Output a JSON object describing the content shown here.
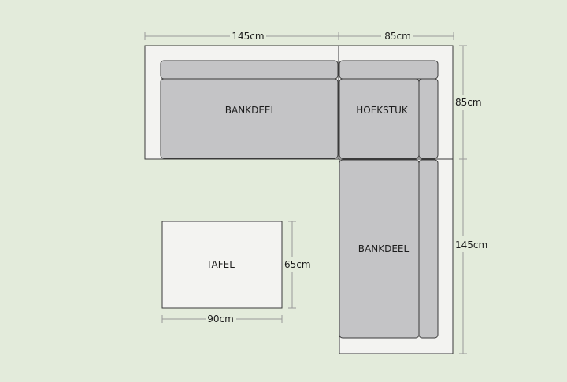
{
  "labels": {
    "sofa_left": "BANKDEEL",
    "corner": "HOEKSTUK",
    "sofa_right": "BANKDEEL",
    "table": "TAFEL"
  },
  "dimensions": {
    "top_left_width": "145cm",
    "top_right_width": "85cm",
    "right_top_height": "85cm",
    "right_bottom_height": "145cm",
    "table_height": "65cm",
    "table_width": "90cm"
  }
}
